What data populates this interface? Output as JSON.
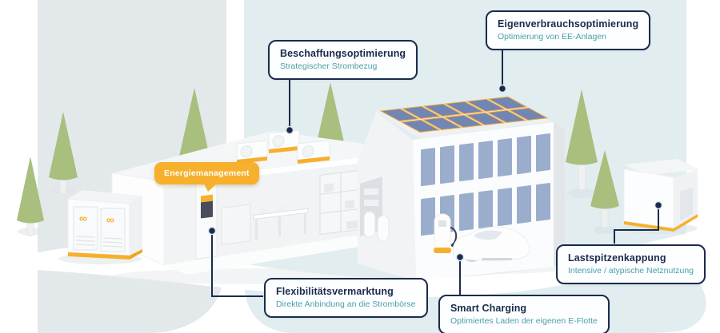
{
  "callouts": [
    {
      "title": "Beschaffungsoptimierung",
      "subtitle": "Strategischer Strombezug"
    },
    {
      "title": "Eigenverbrauchsoptimierung",
      "subtitle": "Optimierung von EE-Anlagen"
    },
    {
      "title": "Flexibilitätsvermarktung",
      "subtitle": "Direkte Anbindung an die Strombörse"
    },
    {
      "title": "Smart Charging",
      "subtitle": "Optimiertes Laden der eigenen E-Flotte"
    },
    {
      "title": "Lastspitzenkappung",
      "subtitle": "Intensive / atypische Netznutzung"
    }
  ],
  "energy_badge": {
    "label": "Energiemanagement"
  },
  "colors": {
    "accent-yellow": "#f6b02c",
    "navy": "#1a2b4c",
    "teal": "#4aa0a5",
    "panel-gray": "#e3e8ea",
    "panel-blue": "#e2edf0",
    "solar-blue": "#7286b3",
    "solar-edge": "#f2a93b",
    "window-blue": "#9badcd",
    "tree-green": "#a8bf7d",
    "canvas-white": "#ffffff"
  }
}
